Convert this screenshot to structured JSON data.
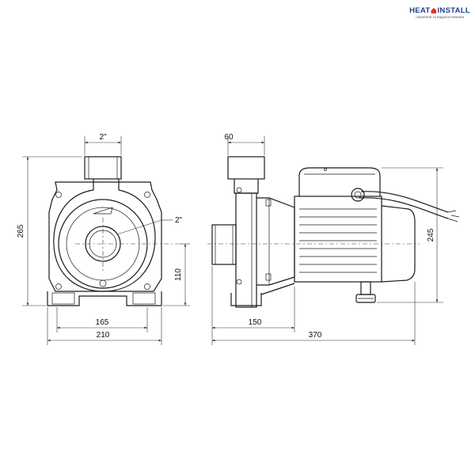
{
  "brand": {
    "name_part1": "HEAT",
    "name_part2": "INSTALL",
    "tagline": "опалення та водопостачання",
    "colors": {
      "name": "#1f3f8f",
      "accent": "#e03a2b"
    }
  },
  "front_view": {
    "dimensions": {
      "outlet_thread": "2\"",
      "inlet_thread": "2\"",
      "overall_height": "265",
      "axis_height": "110",
      "foot_spacing": "165",
      "overall_width": "210"
    }
  },
  "side_view": {
    "dimensions": {
      "outlet_width": "60",
      "motor_height": "245",
      "pump_body_length": "150",
      "overall_length": "370"
    }
  }
}
